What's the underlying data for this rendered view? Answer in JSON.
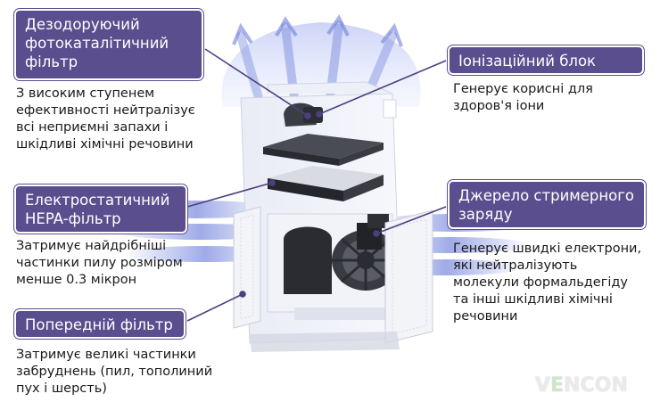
{
  "labels": {
    "deodorizing": {
      "title": "Дезодоруючий\nфотокаталітичний\nфільтр",
      "desc": "З високим ступенем\nефективності нейтралізує\nвсі неприємні запахи і\nшкідливі хімічні речовини"
    },
    "hepa": {
      "title": "Електростатичний\nHEPA-фільтр",
      "desc": "Затримує найдрібніші\nчастинки пилу розміром\nменше 0.3 мікрон"
    },
    "prefilter": {
      "title": "Попередній фільтр",
      "desc": "Затримує великі частинки\nзабруднень (пил, тополиний\nпух і шерсть)"
    },
    "ionizer": {
      "title": "Іонізаційний блок",
      "desc": "Генерує корисні для\nздоров'я іони"
    },
    "streamer": {
      "title": "Джерело стримерного\nзаряду",
      "desc": "Генерує швидкі електрони,\nякі нейтралізують\nмолекули формальдегіду\nта інші шкідливі хімічні\nречовини"
    }
  },
  "logo": {
    "prefix": "V",
    "accent": "E",
    "suffix": "NCON"
  },
  "colors": {
    "label_bg": "#5b4e8e",
    "leader_line": "#4b3f80",
    "air_flow": "#8f9ee8"
  }
}
